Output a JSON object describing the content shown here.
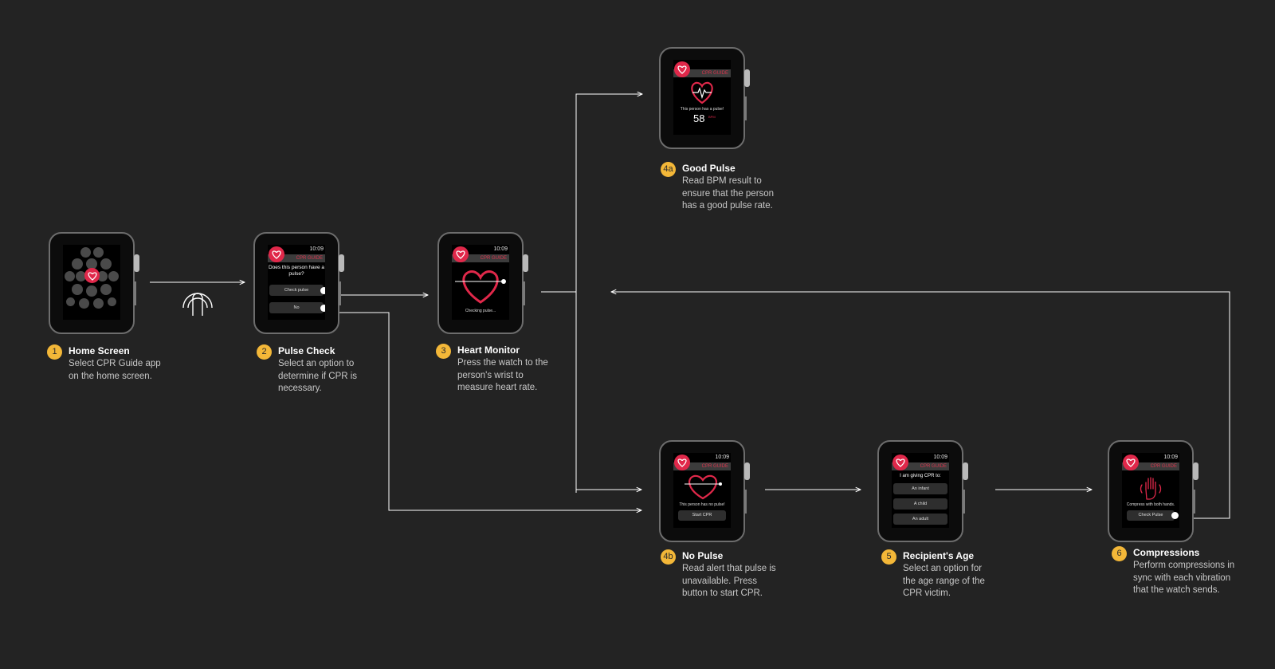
{
  "app_name": "CPR GUIDE",
  "time": "10:09",
  "colors": {
    "background": "#232323",
    "accent_red": "#e0284a",
    "badge": "#f3b738"
  },
  "steps": {
    "s1": {
      "badge": "1",
      "title": "Home Screen",
      "desc": "Select CPR Guide app on the home screen."
    },
    "s2": {
      "badge": "2",
      "title": "Pulse Check",
      "desc": "Select an option to determine if CPR is necessary."
    },
    "s3": {
      "badge": "3",
      "title": "Heart Monitor",
      "desc": "Press the watch to the person's wrist to measure heart rate."
    },
    "s4a": {
      "badge": "4a",
      "title": "Good Pulse",
      "desc": "Read BPM result to ensure that the person has a good pulse rate."
    },
    "s4b": {
      "badge": "4b",
      "title": "No Pulse",
      "desc": "Read alert that pulse is unavailable. Press button to start CPR."
    },
    "s5": {
      "badge": "5",
      "title": "Recipient's Age",
      "desc": "Select an option for the age range of the CPR victim."
    },
    "s6": {
      "badge": "6",
      "title": "Compressions",
      "desc": "Perform compressions in sync with each vibration that the watch sends."
    }
  },
  "screens": {
    "pulse_check": {
      "question": "Does this person have a pulse?",
      "yes": "Check pulse",
      "no": "No"
    },
    "heart_monitor": {
      "status": "Checking pulse..."
    },
    "good_pulse": {
      "message": "This person has a pulse!",
      "bpm": "58",
      "unit": "BPM"
    },
    "no_pulse": {
      "message": "This person has no pulse!",
      "button": "Start CPR"
    },
    "age": {
      "prompt": "I am giving CPR to:",
      "options": [
        "An infant",
        "A child",
        "An adult"
      ]
    },
    "compressions": {
      "message": "Compress with both hands.",
      "button": "Check Pulse"
    }
  },
  "icons": {
    "tap_gesture": "tap-gesture-icon",
    "app": "heart-stethoscope-icon",
    "hand": "hand-vibration-icon"
  }
}
